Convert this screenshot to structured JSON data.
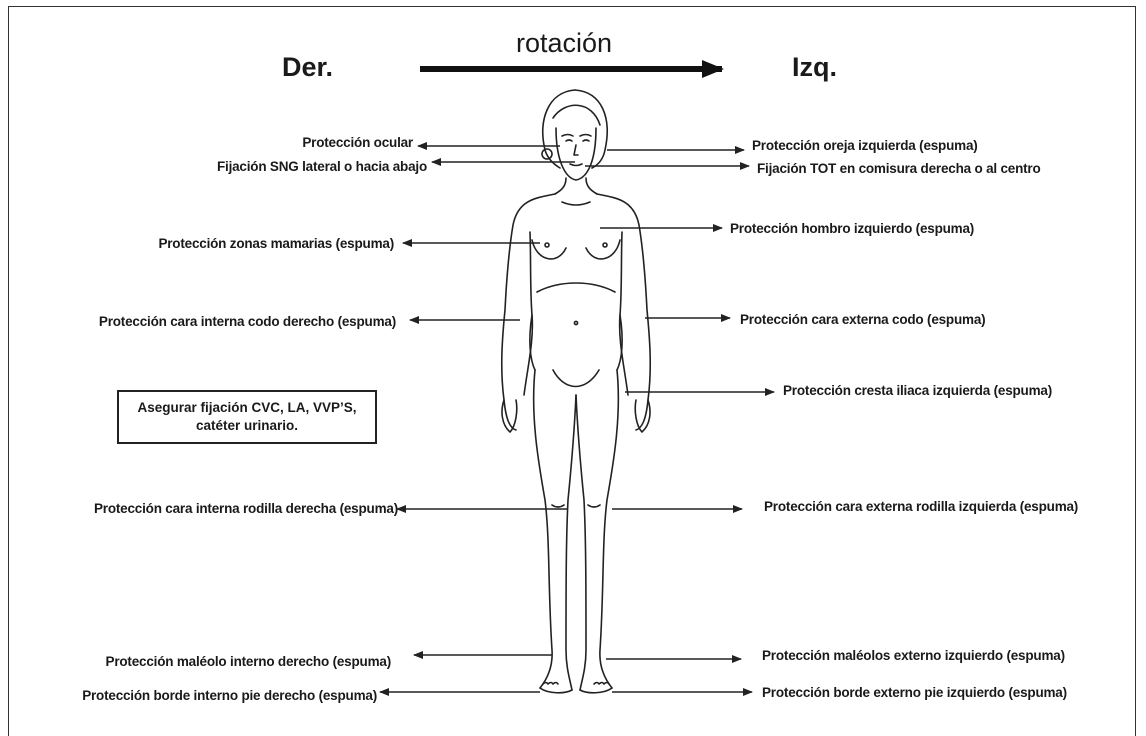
{
  "header": {
    "left_label": "Der.",
    "center_label": "rotación",
    "right_label": "Izq."
  },
  "labels_right_side": [
    "Protección ocular",
    "Fijación SNG lateral o hacia abajo",
    "Protección zonas mamarias (espuma)",
    "Protección  cara interna codo derecho (espuma)",
    "Protección cara interna  rodilla derecha (espuma)",
    "Protección maléolo interno derecho (espuma)",
    "Protección borde interno pie derecho (espuma)"
  ],
  "labels_left_side": [
    "Protección oreja izquierda (espuma)",
    "Fijación TOT en comisura derecha  o al centro",
    "Protección hombro izquierdo (espuma)",
    "Protección cara externa codo (espuma)",
    "Protección cresta iliaca izquierda (espuma)",
    "Protección cara externa  rodilla izquierda (espuma)",
    "Protección maléolos externo izquierdo (espuma)",
    "Protección borde externo pie izquierdo (espuma)"
  ],
  "note": {
    "line1": "Asegurar fijación CVC, LA, VVP’S,",
    "line2": "catéter urinario."
  }
}
